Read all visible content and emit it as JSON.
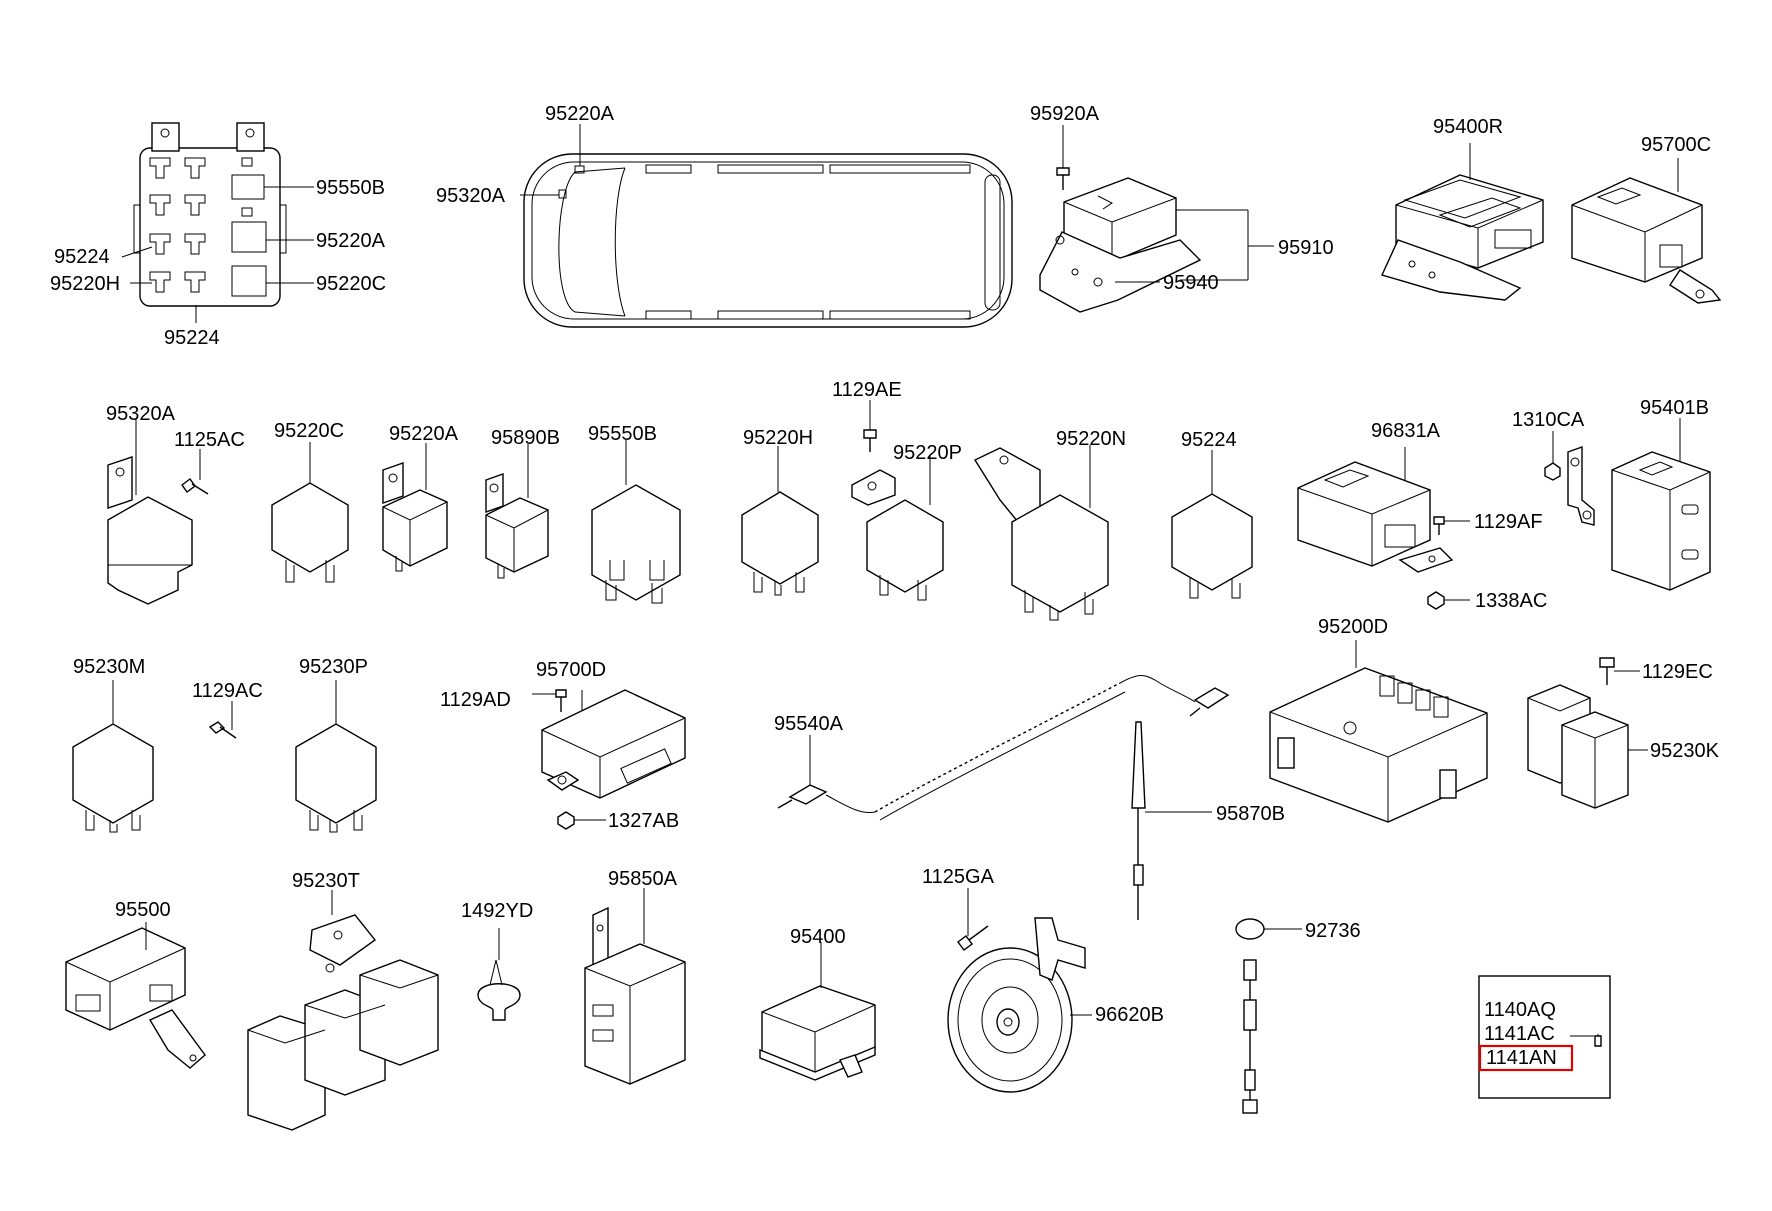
{
  "highlight_color": "#e00000",
  "parts": {
    "p95550B_box": "95550B",
    "p95220A_box": "95220A",
    "p95220C_box": "95220C",
    "p95224_box_left": "95224",
    "p95220H_box": "95220H",
    "p95224_box_bottom": "95224",
    "p95220A_van": "95220A",
    "p95320A_van": "95320A",
    "p95920A": "95920A",
    "p95910": "95910",
    "p95940": "95940",
    "p95400R": "95400R",
    "p95700C": "95700C",
    "p95320A": "95320A",
    "p1125AC": "1125AC",
    "p95220C": "95220C",
    "p95220A": "95220A",
    "p95890B": "95890B",
    "p95550B": "95550B",
    "p95220H": "95220H",
    "p1129AE": "1129AE",
    "p95220P": "95220P",
    "p95220N": "95220N",
    "p95224": "95224",
    "p96831A": "96831A",
    "p1129AF": "1129AF",
    "p1338AC": "1338AC",
    "p1310CA": "1310CA",
    "p95401B": "95401B",
    "p95230M": "95230M",
    "p1129AC": "1129AC",
    "p95230P": "95230P",
    "p95700D": "95700D",
    "p1129AD": "1129AD",
    "p1327AB": "1327AB",
    "p95540A": "95540A",
    "p95870B": "95870B",
    "p95200D": "95200D",
    "p1129EC": "1129EC",
    "p95230K": "95230K",
    "p95500": "95500",
    "p95230T": "95230T",
    "p1492YD": "1492YD",
    "p95850A": "95850A",
    "p95400": "95400",
    "p1125GA": "1125GA",
    "p96620B": "96620B",
    "p92736": "92736",
    "p1140AQ": "1140AQ",
    "p1141AC": "1141AC",
    "p1141AN": "1141AN"
  }
}
